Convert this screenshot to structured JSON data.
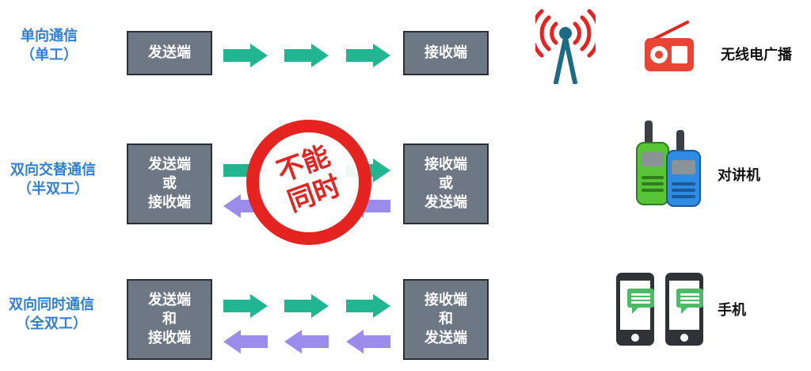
{
  "colors": {
    "title_blue": "#2f80d6",
    "box_fill": "#6e7784",
    "forward_arrow": "#22b591",
    "backward_arrow": "#9b8cec",
    "stamp_red": "#e52421"
  },
  "rows": [
    {
      "mode": [
        "单向通信",
        "（单工）"
      ],
      "sender": [
        "发送端"
      ],
      "receiver": [
        "接收端"
      ],
      "example": "无线电广播",
      "example_icons": [
        "antenna-icon",
        "radio-icon"
      ]
    },
    {
      "mode": [
        "双向交替通信",
        "（半双工）"
      ],
      "sender": [
        "发送端",
        "或",
        "接收端"
      ],
      "receiver": [
        "接收端",
        "或",
        "发送端"
      ],
      "stamp": [
        "不能",
        "同时"
      ],
      "example": "对讲机",
      "example_icons": [
        "walkie-talkie-icon"
      ]
    },
    {
      "mode": [
        "双向同时通信",
        "（全双工）"
      ],
      "sender": [
        "发送端",
        "和",
        "接收端"
      ],
      "receiver": [
        "接收端",
        "和",
        "发送端"
      ],
      "example": "手机",
      "example_icons": [
        "smartphone-icon"
      ]
    }
  ]
}
